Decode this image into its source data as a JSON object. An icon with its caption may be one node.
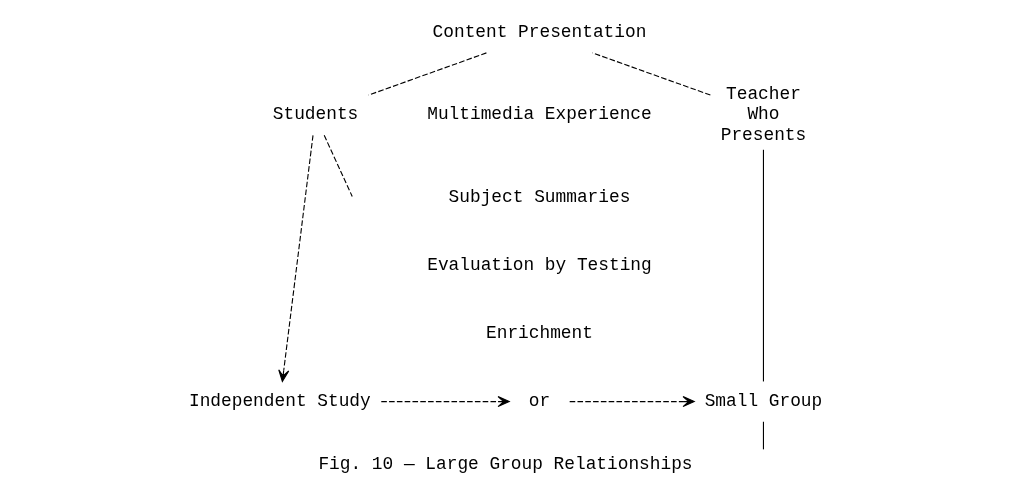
{
  "diagram": {
    "caption": "Fig. 10 — Large Group Relationships",
    "nodes": [
      {
        "text": [
          "Content Presentation"
        ]
      },
      {
        "text": [
          "Teacher Who Presents"
        ]
      },
      {
        "text": [
          "Students"
        ]
      },
      {
        "text": [
          "Small Group"
        ]
      },
      {
        "text": [
          "or"
        ]
      },
      {
        "text": [
          "Independent Study"
        ]
      }
    ],
    "edges": [
      {
        "from": 1,
        "to": 0,
        "arrow": "none",
        "style": "dashed"
      },
      {
        "from": 0,
        "to": 2,
        "arrow": "none",
        "style": "dashed"
      },
      {
        "from": 2,
        "to": 5,
        "arrow": "to",
        "style": "dashed"
      },
      {
        "from": 2,
        "to": null,
        "arrow": "none",
        "style": "dashed"
      },
      {
        "from": 1,
        "to": 3,
        "arrow": "none"
      },
      {
        "from": 5,
        "to": 4,
        "arrow": "to",
        "style": "dashed"
      },
      {
        "from": 4,
        "to": 3,
        "arrow": "to",
        "style": "dashed"
      },
      {
        "from": 3,
        "to": null,
        "arrow": "none"
      }
    ],
    "labels": [
      "Multimedia Experience",
      "Subject Summaries",
      "Evaluation by Testing",
      "Enrichment"
    ]
  }
}
